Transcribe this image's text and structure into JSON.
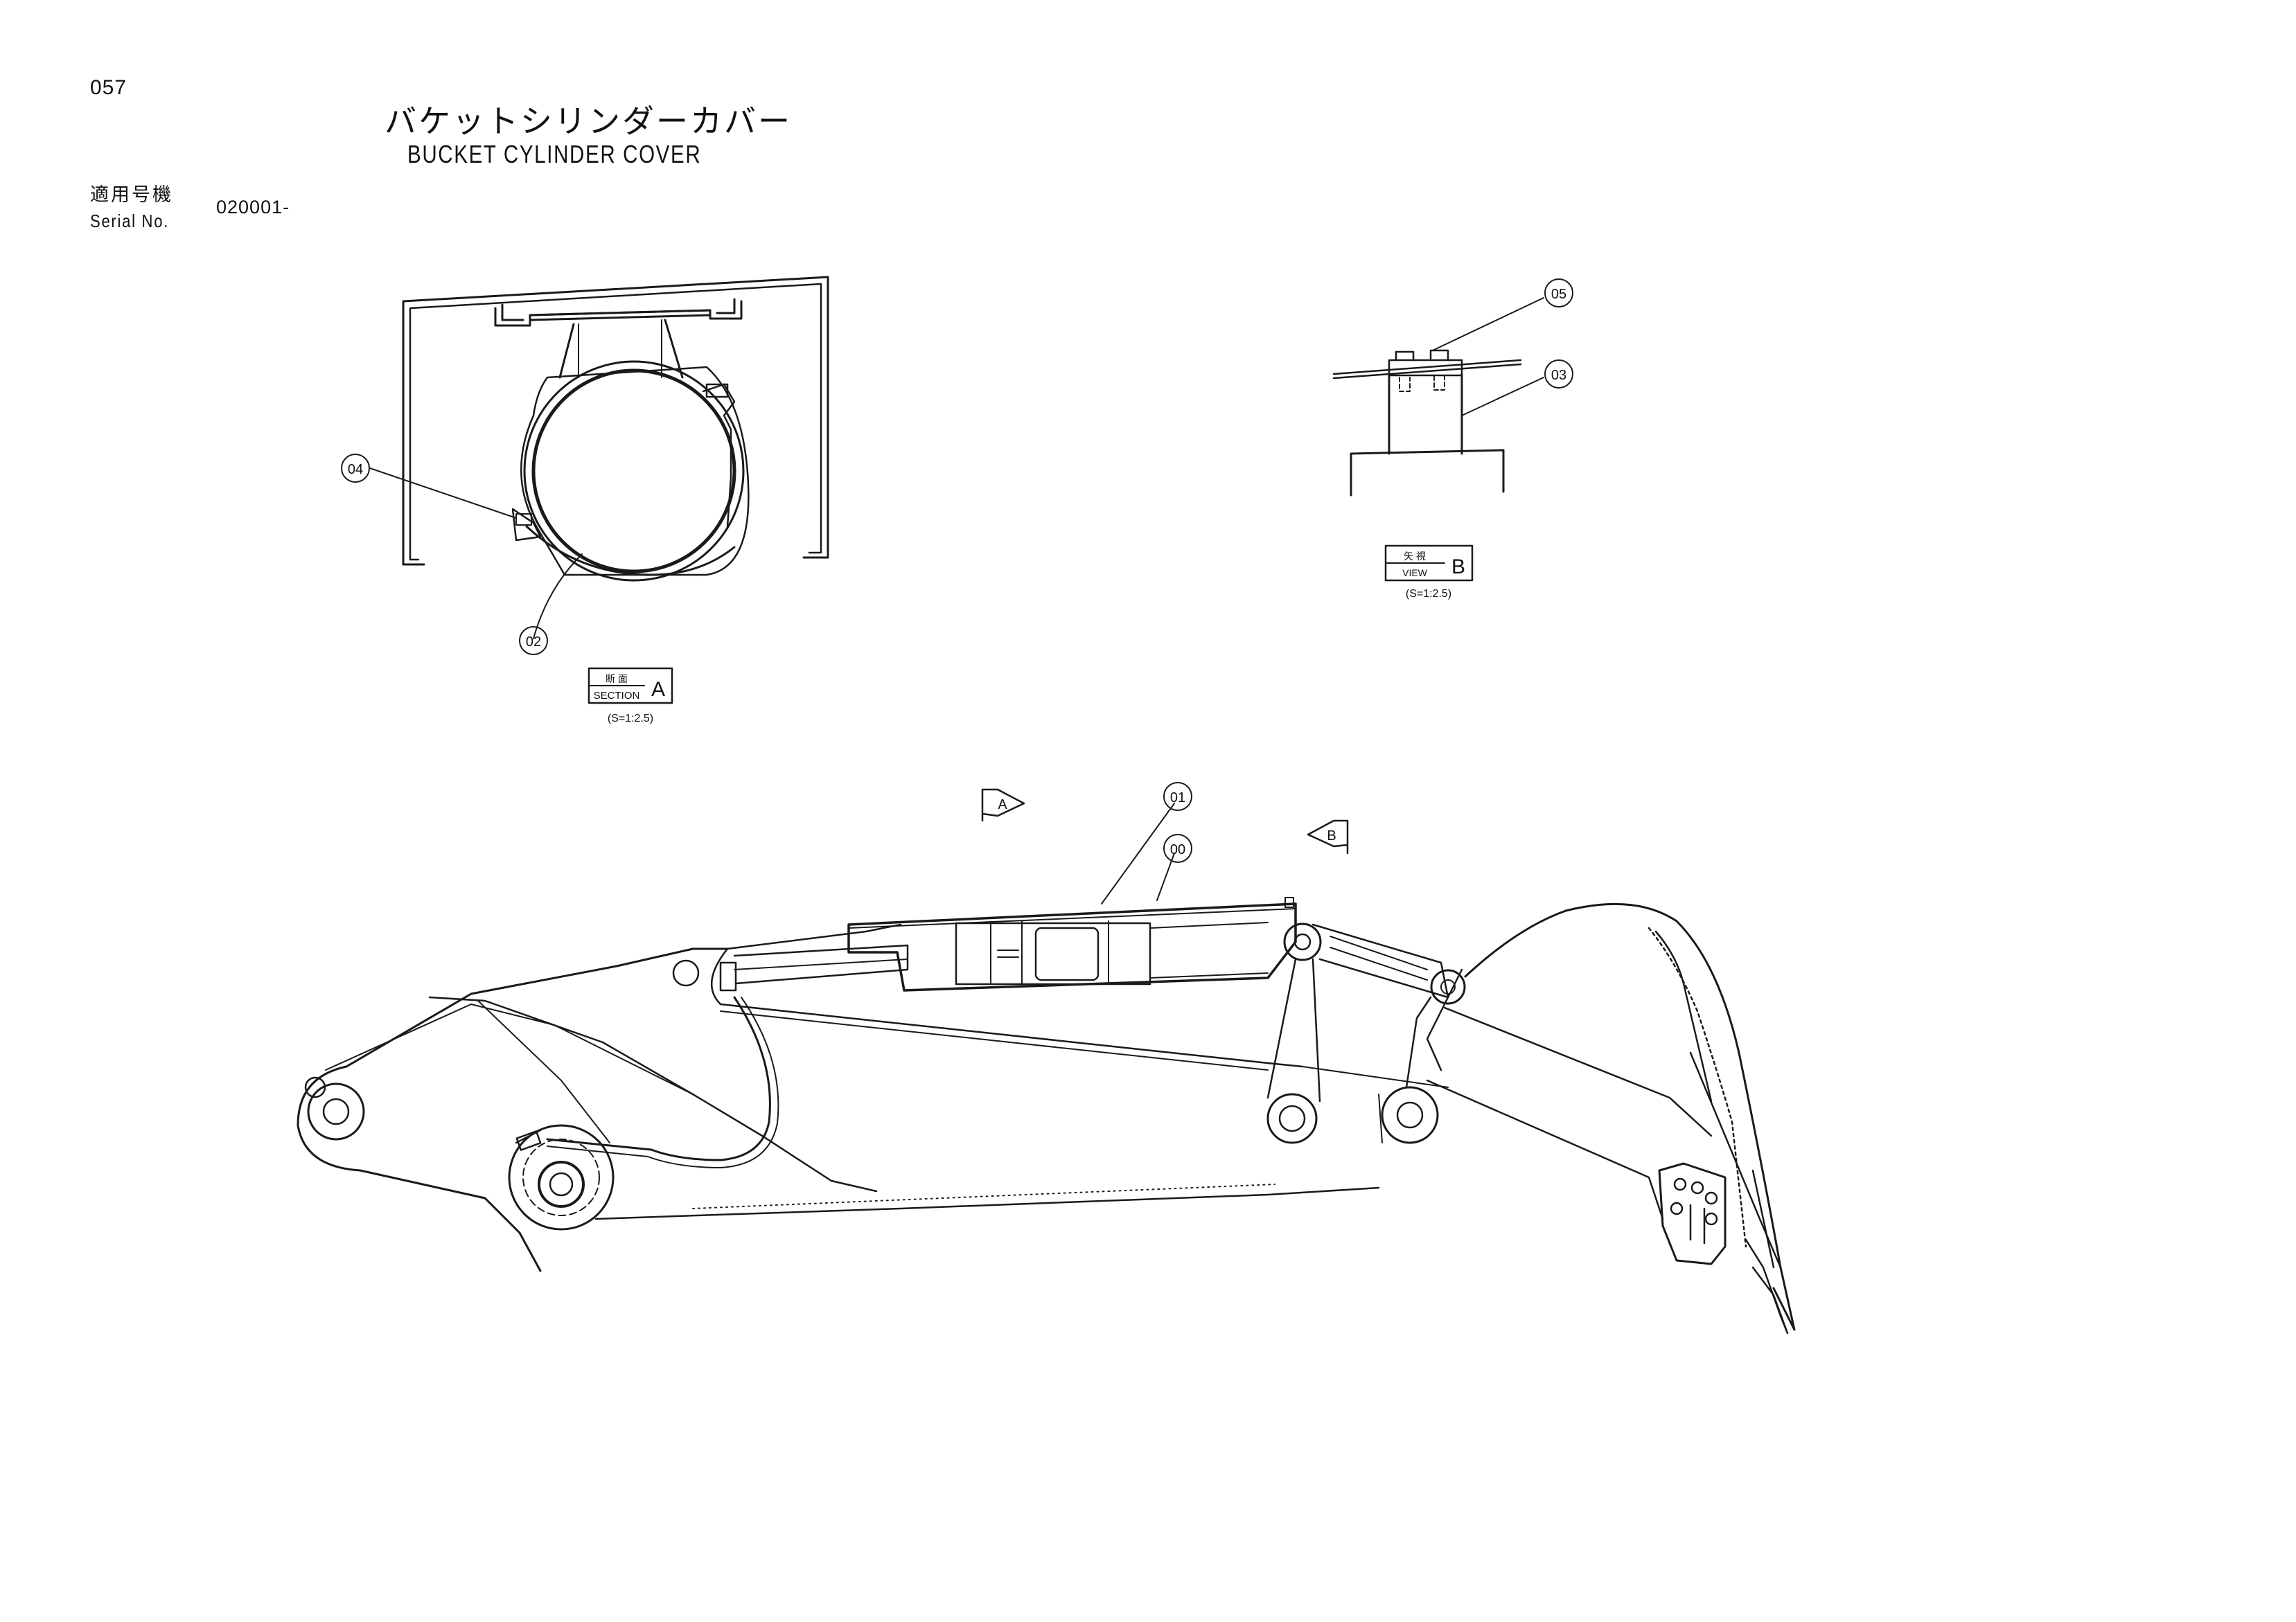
{
  "header": {
    "page_number": "057",
    "title_jp": "バケットシリンダーカバー",
    "title_en": "BUCKET CYLINDER COVER",
    "serial_label_jp": "適用号機",
    "serial_label_en": "Serial No.",
    "serial_value": "020001-"
  },
  "section_a": {
    "label_jp": "断 面",
    "label_en": "SECTION",
    "letter": "A",
    "scale": "(S=1:2.5)"
  },
  "view_b": {
    "label_jp": "矢 視",
    "label_en": "VIEW",
    "letter": "B",
    "scale": "(S=1:2.5)"
  },
  "callouts": {
    "c00": "00",
    "c01": "01",
    "c02": "02",
    "c03": "03",
    "c04": "04",
    "c05": "05"
  },
  "view_arrows": {
    "arrow_a": "A",
    "arrow_b": "B"
  },
  "colors": {
    "line": "#1a1a1a",
    "background": "#ffffff"
  }
}
